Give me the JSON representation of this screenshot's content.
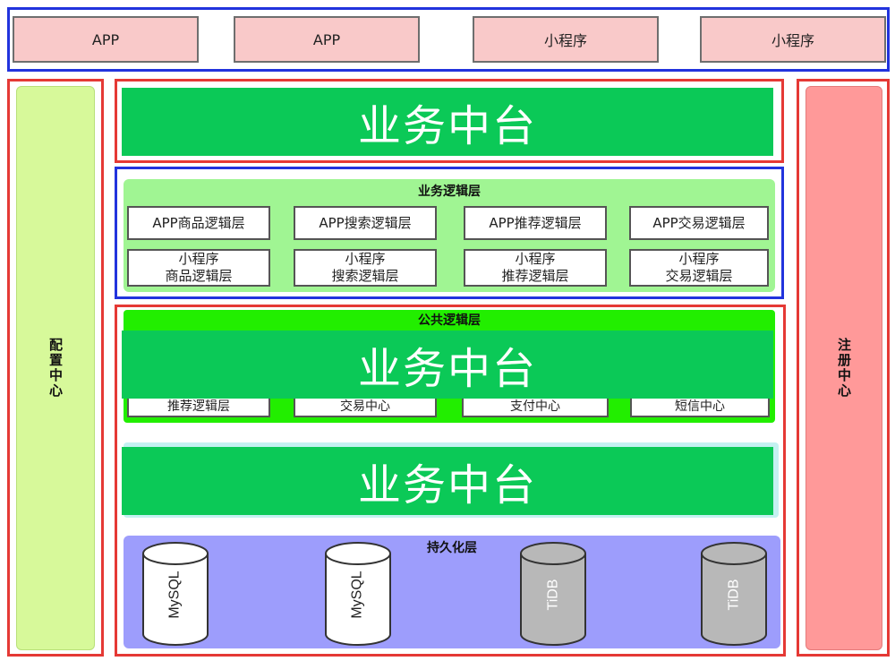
{
  "client_row": [
    "APP",
    "APP",
    "小程序",
    "小程序"
  ],
  "left_panel": {
    "label": "配置中心"
  },
  "right_panel": {
    "label": "注册中心"
  },
  "banners": [
    "业务中台",
    "业务中台",
    "业务中台"
  ],
  "business_logic": {
    "title": "业务逻辑层",
    "row1": [
      "APP商品逻辑层",
      "APP搜索逻辑层",
      "APP推荐逻辑层",
      "APP交易逻辑层"
    ],
    "row2": [
      {
        "line1": "小程序",
        "line2": "商品逻辑层"
      },
      {
        "line1": "小程序",
        "line2": "搜索逻辑层"
      },
      {
        "line1": "小程序",
        "line2": "推荐逻辑层"
      },
      {
        "line1": "小程序",
        "line2": "交易逻辑层"
      }
    ]
  },
  "public_logic": {
    "title": "公共逻辑层",
    "partial_modules": [
      "推荐逻辑层",
      "交易中心",
      "支付中心",
      "短信中心"
    ]
  },
  "persistence": {
    "title": "持久化层",
    "databases": [
      "MySQL",
      "MySQL",
      "TiDB",
      "TiDB"
    ],
    "colors": {
      "mysql": "#ffffff",
      "tidb": "#b8b8b8"
    }
  },
  "colors": {
    "banner": "#0bc957",
    "business_bg": "#a0f593",
    "public_bg": "#22ee00",
    "persistence_bg": "#9d9dfc",
    "left_panel": "#d7f99a",
    "right_panel": "#ff9999"
  }
}
